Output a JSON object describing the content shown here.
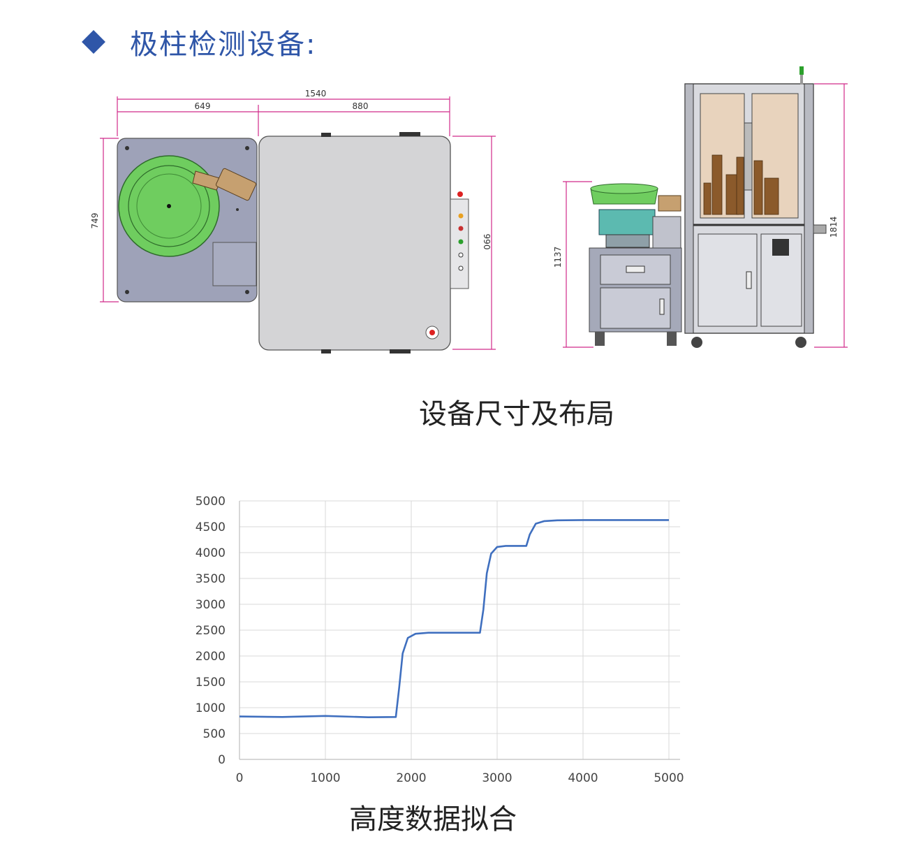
{
  "header": {
    "title": "极柱检测设备:"
  },
  "layout_caption": "设备尺寸及布局",
  "chart_caption": "高度数据拟合",
  "dimensions": {
    "total_width": "1540",
    "left_width": "649",
    "right_width": "880",
    "left_depth": "749",
    "right_depth": "990",
    "table_height": "1137",
    "cabinet_height": "1814"
  },
  "chart_data": {
    "type": "line",
    "x_ticks": [
      "0",
      "1000",
      "2000",
      "3000",
      "4000",
      "5000"
    ],
    "y_ticks": [
      "0",
      "500",
      "1000",
      "1500",
      "2000",
      "2500",
      "3000",
      "3500",
      "4000",
      "4500",
      "5000"
    ],
    "xlim": [
      0,
      5000
    ],
    "ylim": [
      0,
      5000
    ],
    "grid": true,
    "series": [
      {
        "color": "#3f6fbf",
        "x": [
          0,
          500,
          1000,
          1500,
          1820,
          1860,
          1900,
          1960,
          2050,
          2200,
          2500,
          2800,
          2840,
          2880,
          2930,
          3000,
          3100,
          3340,
          3380,
          3450,
          3550,
          3700,
          4000,
          4500,
          5000
        ],
        "y": [
          830,
          820,
          840,
          815,
          820,
          1400,
          2050,
          2350,
          2430,
          2450,
          2450,
          2450,
          2900,
          3600,
          3980,
          4110,
          4130,
          4130,
          4350,
          4560,
          4610,
          4625,
          4630,
          4630,
          4630
        ]
      }
    ]
  },
  "colors": {
    "accent": "#2f56a8",
    "dimension": "#d12a8a",
    "feeder": "#6fcd5f",
    "plate": "#9ea2b8"
  }
}
